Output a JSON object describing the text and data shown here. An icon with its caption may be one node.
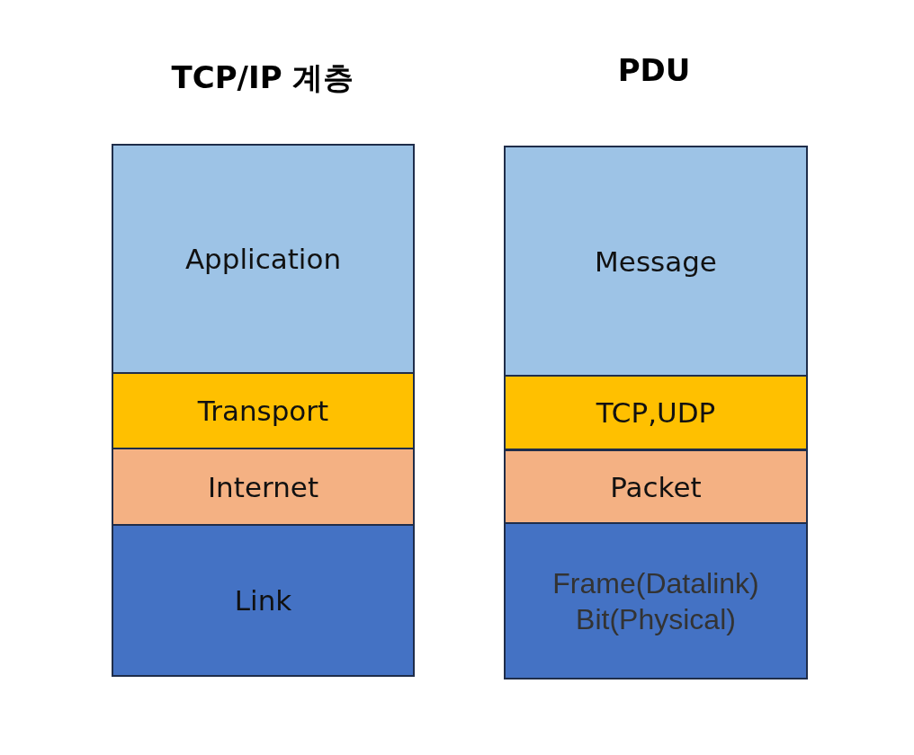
{
  "diagram": {
    "nodes": [
      {
        "text": [
          "Application"
        ]
      },
      {
        "text": [
          "Transport"
        ]
      },
      {
        "text": [
          "Internet"
        ]
      },
      {
        "text": [
          "Link"
        ]
      },
      {
        "text": [
          "Message"
        ]
      },
      {
        "text": [
          "TCP,UDP"
        ]
      },
      {
        "text": [
          "Packet"
        ]
      },
      {
        "text": [
          "Frame(Datalink)",
          "Bit(Physical)"
        ]
      }
    ],
    "labels": [
      "TCP/IP 계층",
      "PDU"
    ]
  }
}
